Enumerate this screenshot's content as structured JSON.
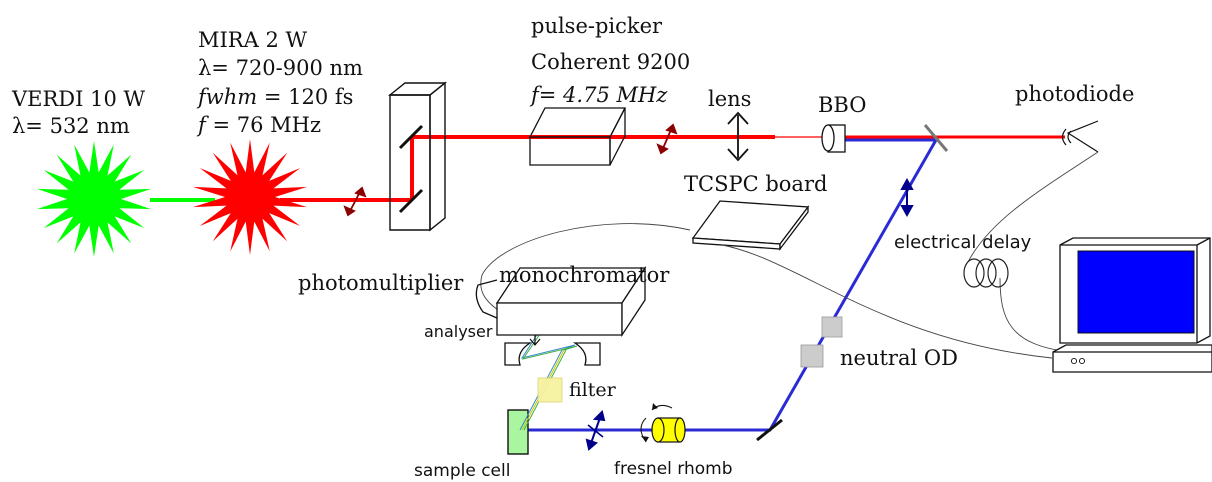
{
  "sources": {
    "verdi": {
      "line1": "VERDI 10 W",
      "line2": "λ= 532 nm"
    },
    "mira": {
      "line1": "MIRA 2 W",
      "line2": "λ= 720-900 nm",
      "line3_key": "fwhm",
      "line3_rest": " = 120 fs",
      "line4_key": "f",
      "line4_rest": " = 76 MHz"
    }
  },
  "pulse_picker": {
    "line1": "pulse-picker",
    "line2": "Coherent 9200",
    "line3": "f= 4.75 MHz"
  },
  "labels": {
    "lens": "lens",
    "bbo": "BBO",
    "photodiode": "photodiode",
    "tcspc": "TCSPC board",
    "electrical_delay": "electrical delay",
    "photomultiplier": "photomultiplier",
    "monochromator": "monochromator",
    "analyser": "analyser",
    "neutral_od": "neutral OD",
    "filter": "filter",
    "sample_cell": "sample cell",
    "fresnel_rhomb": "fresnel rhomb"
  },
  "colors": {
    "green_laser": "#00ff00",
    "red_beam": "#ff0000",
    "blue_beam": "#2b2bd6",
    "monitor_screen": "#0000ff",
    "filter_yellow": "#f7f3a0",
    "rhomb_yellow": "#ffff00",
    "sample_green": "#a9f5a0"
  }
}
